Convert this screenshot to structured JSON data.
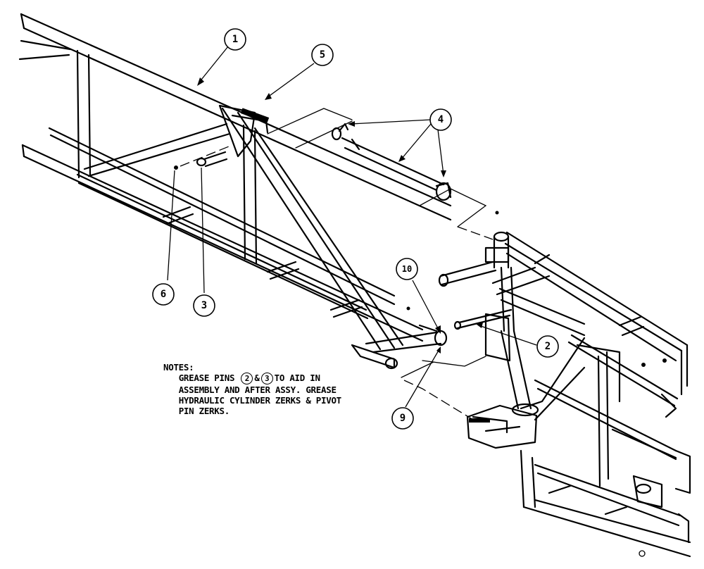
{
  "diagram": {
    "callouts": [
      {
        "id": "callout-1",
        "label": "1"
      },
      {
        "id": "callout-2",
        "label": "2"
      },
      {
        "id": "callout-3",
        "label": "3"
      },
      {
        "id": "callout-4",
        "label": "4"
      },
      {
        "id": "callout-5",
        "label": "5"
      },
      {
        "id": "callout-6",
        "label": "6"
      },
      {
        "id": "callout-9",
        "label": "9"
      },
      {
        "id": "callout-10",
        "label": "10"
      }
    ],
    "notes": {
      "heading": "NOTES:",
      "line1_a": "GREASE PINS",
      "ref_a": "2",
      "amp": "&",
      "ref_b": "3",
      "line1_b": "TO AID IN",
      "line2": "ASSEMBLY AND AFTER ASSY. GREASE",
      "line3": "HYDRAULIC CYLINDER ZERKS & PIVOT",
      "line4": "PIN ZERKS."
    }
  }
}
